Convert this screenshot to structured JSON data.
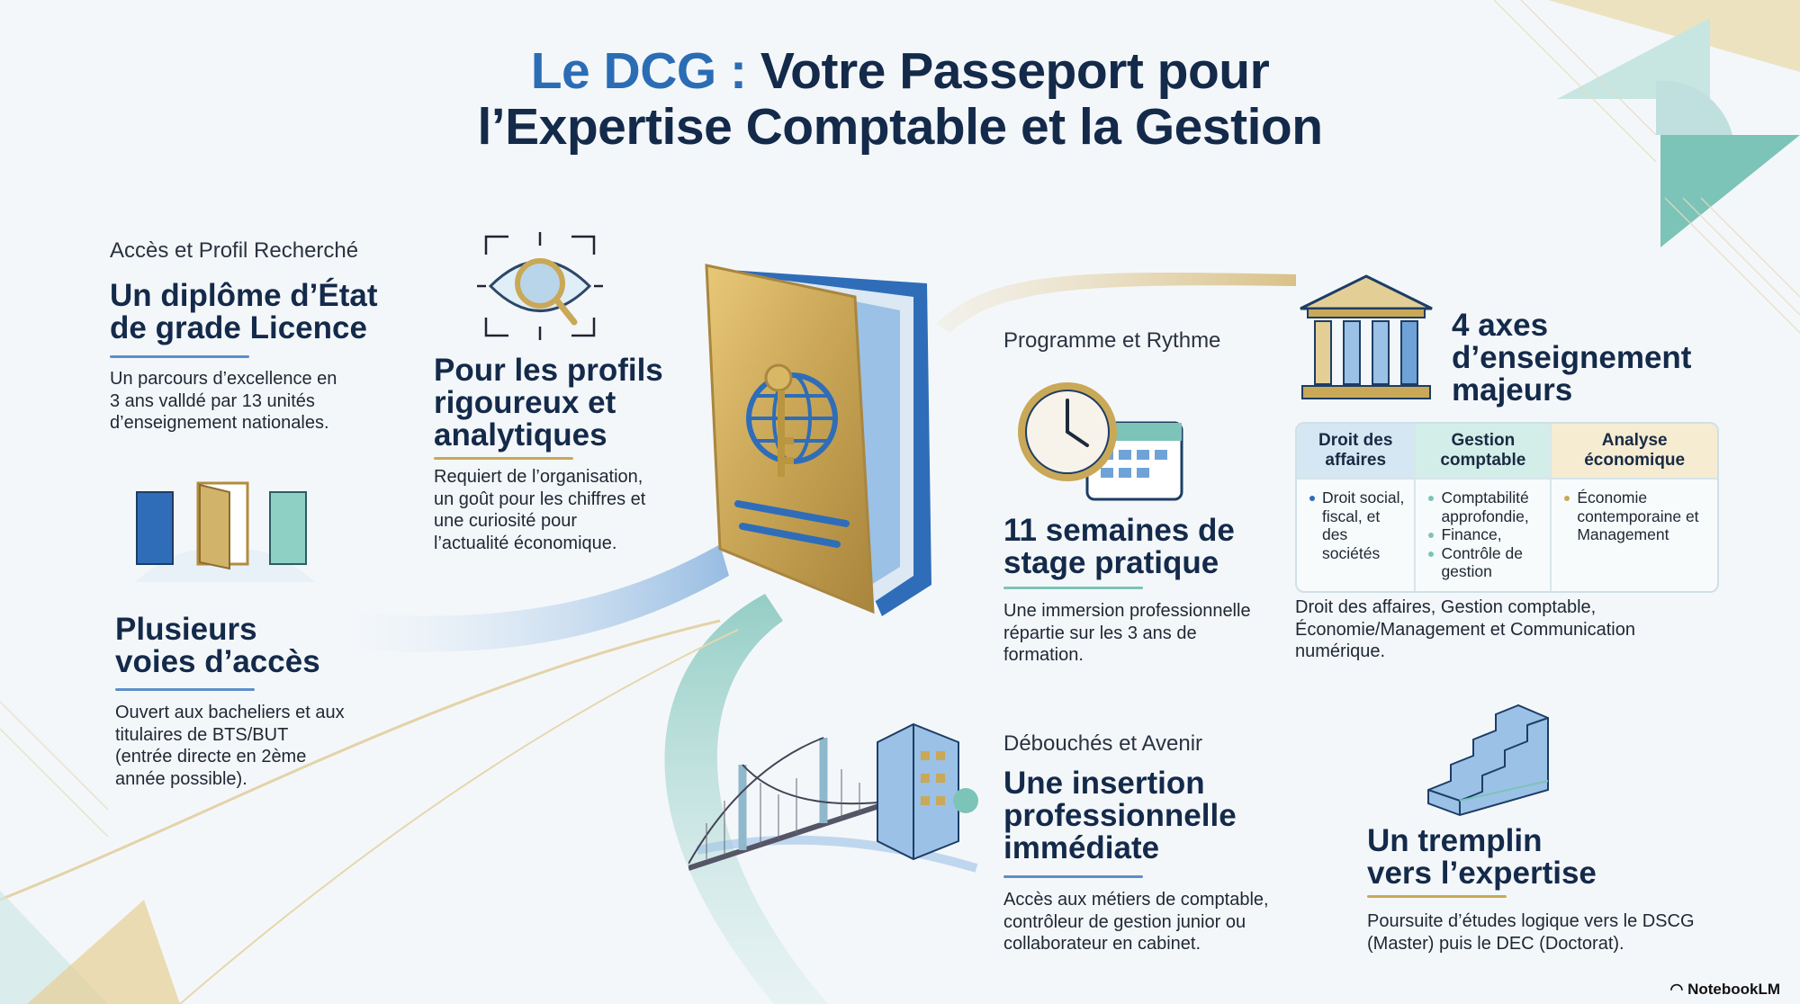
{
  "title": {
    "prefix": "Le DCG :",
    "line1": "Votre Passeport pour",
    "line2": "l’Expertise Comptable et la Gestion"
  },
  "colors": {
    "navy": "#142a4a",
    "blue": "#2a6db5",
    "gold": "#c9a857",
    "teal": "#7cc3b8"
  },
  "access": {
    "kicker": "Accès et Profil Recherché",
    "heading": [
      "Un diplôme d’État",
      "de grade Licence"
    ],
    "body": [
      "Un parcours d’excellence en",
      "3 ans valldé par 13 unités",
      "d’enseignement nationales."
    ]
  },
  "profiles": {
    "heading": [
      "Pour les profils",
      "rigoureux et",
      "analytiques"
    ],
    "body": [
      "Requiert de l’organisation,",
      "un goût pour les chiffres et",
      "une curiosité pour",
      "l’actualité économique."
    ]
  },
  "ways": {
    "heading": [
      "Plusieurs",
      "voies d’accès"
    ],
    "body": [
      "Ouvert aux bacheliers et aux",
      "titulaires de BTS/BUT",
      "(entrée directe en 2ème",
      "année possible)."
    ]
  },
  "program": {
    "kicker": "Programme et Rythme",
    "heading": [
      "11 semaines de",
      "stage pratique"
    ],
    "body": [
      "Une immersion professionnelle",
      "répartie sur les 3 ans de",
      "formation."
    ]
  },
  "axes": {
    "heading": [
      "4 axes",
      "d’enseignement",
      "majeurs"
    ],
    "table": {
      "headers": [
        [
          "Droit des",
          "affaires"
        ],
        [
          "Gestion",
          "comptable"
        ],
        [
          "Analyse",
          "économique"
        ]
      ],
      "cells": [
        [
          "Droit social, fiscal, et des sociétés"
        ],
        [
          "Comptabilité approfondie,",
          "Finance,",
          "Contrôle de gestion"
        ],
        [
          "Économie contemporaine et Management"
        ]
      ]
    },
    "body": [
      "Droit des affaires, Gestion comptable,",
      "Économie/Management et Communication",
      "numérique."
    ]
  },
  "careers": {
    "kicker": "Débouchés et Avenir",
    "heading": [
      "Une insertion",
      "professionnelle",
      "immédiate"
    ],
    "body": [
      "Accès aux métiers de comptable,",
      "contrôleur de gestion junior ou",
      "collaborateur en cabinet."
    ]
  },
  "springboard": {
    "heading": [
      "Un tremplin",
      "vers l’expertise"
    ],
    "body": [
      "Poursuite d’études logique vers le DSCG",
      "(Master) puis le DEC (Doctorat)."
    ]
  },
  "icons": [
    "eye-magnifier-icon",
    "doors-icon",
    "passport-key-icon",
    "clock-calendar-icon",
    "columns-building-icon",
    "bridge-building-icon",
    "stairs-icon",
    "notebooklm-logo-icon"
  ],
  "brand": "NotebookLM"
}
